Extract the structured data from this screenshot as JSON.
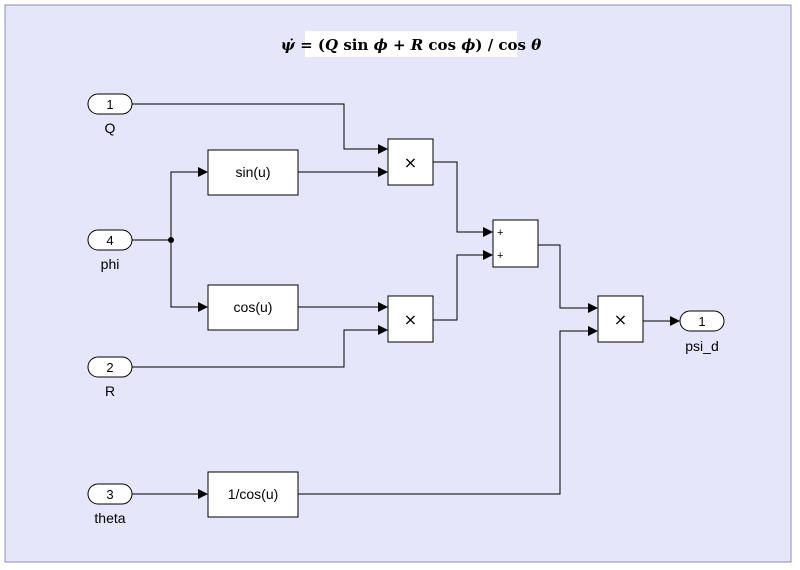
{
  "equation": {
    "psi_dot": "ψ̇",
    "eq": " = (",
    "Q": "Q",
    "sin": " sin ",
    "phi1": "ϕ",
    "plus": " + ",
    "R": "R",
    "cos": " cos ",
    "phi2": "ϕ",
    "close": ")",
    "div": " / ",
    "cos2": "cos ",
    "theta": "θ"
  },
  "inports": [
    {
      "number": "1",
      "name": "Q"
    },
    {
      "number": "4",
      "name": "phi"
    },
    {
      "number": "2",
      "name": "R"
    },
    {
      "number": "3",
      "name": "theta"
    }
  ],
  "outport": {
    "number": "1",
    "name": "psi_d"
  },
  "functions": {
    "sin": "sin(u)",
    "cos": "cos(u)",
    "invcos": "1/cos(u)"
  },
  "product_symbol": "×",
  "sum_signs": [
    "+",
    "+"
  ]
}
